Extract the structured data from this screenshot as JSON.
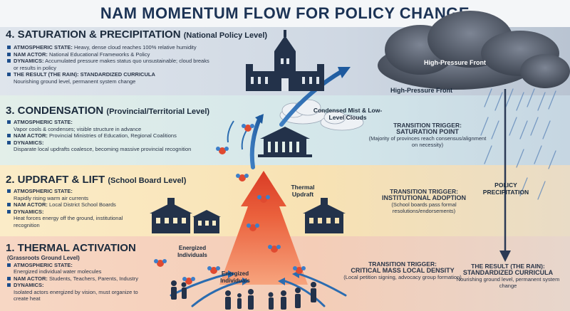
{
  "title": "NAM MOMENTUM FLOW FOR POLICY CHANGE",
  "levels": [
    {
      "heading": "4. SATURATION & PRECIPITATION",
      "subheading": "(National Policy Level)",
      "items": [
        {
          "key": "ATMOSPHERIC STATE:",
          "value": "Heavy, dense cloud reaches 100% relative humidity"
        },
        {
          "key": "NAM ACTOR:",
          "value": "National Educational Frameworks & Policy"
        },
        {
          "key": "DYNAMICS:",
          "value": "Accumulated pressure makes status quo unsustainable; cloud breaks or results in policy"
        },
        {
          "key": "THE RESULT (THE RAIN): STANDARDIZED CURRICULA",
          "value": "Nourishing ground level, permanent system change"
        }
      ]
    },
    {
      "heading": "3. CONDENSATION",
      "subheading": "(Provincial/Territorial Level)",
      "items": [
        {
          "key": "ATMOSPHERIC STATE:",
          "value": "Vapor cools & condenses; visible structure in advance"
        },
        {
          "key": "NAM ACTOR:",
          "value": "Provincial Ministries of Education, Regional Coalitions"
        },
        {
          "key": "DYNAMICS:",
          "value": "Disparate local updrafts coalesce, becoming massive provincial recognition"
        }
      ]
    },
    {
      "heading": "2. UPDRAFT & LIFT",
      "subheading": "(School Board Level)",
      "items": [
        {
          "key": "ATMOSPHERIC STATE:",
          "value": "Rapidly rising warm air currents"
        },
        {
          "key": "NAM ACTOR:",
          "value": "Local District School Boards"
        },
        {
          "key": "DYNAMICS:",
          "value": "Heat forces energy off the ground, institutional recognition"
        }
      ]
    },
    {
      "heading": "1. THERMAL ACTIVATION",
      "subheading": "(Grassroots Ground Level)",
      "items": [
        {
          "key": "ATMOSPHERIC STATE:",
          "value": "Energized individual water molecules"
        },
        {
          "key": "NAM ACTOR:",
          "value": "Students, Teachers, Parents, Industry"
        },
        {
          "key": "DYNAMICS:",
          "value": "Isolated actors energized by vision, must organize to create heat"
        }
      ]
    }
  ],
  "labels": {
    "high_pressure_front_1": "High-Pressure Front",
    "high_pressure_front_2": "High-Pressure Front",
    "condensed_mist": "Condensed Mist & Low-Level Clouds",
    "thermal_updraft": "Thermal Updraft",
    "energized_1": "Energized Individuals",
    "energized_2": "Energized Individuals",
    "policy_precipitation": "POLICY PRECIPITATION"
  },
  "triggers": [
    {
      "label": "TRANSITION TRIGGER:",
      "name": "SATURATION POINT",
      "desc": "(Majority of provinces reach consensus/alignment on necessity)"
    },
    {
      "label": "TRANSITION TRIGGER:",
      "name": "INSTITUTIONAL ADOPTION",
      "desc": "(School boards pass formal resolutions/endorsements)"
    },
    {
      "label": "TRANSITION TRIGGER:",
      "name": "CRITICAL MASS LOCAL DENSITY",
      "desc": "(Local petition signing, advocacy group formation)"
    }
  ],
  "result": {
    "label": "THE RESULT (THE RAIN):",
    "name": "STANDARDIZED CURRICULA",
    "desc": "Nourishing ground level, permanent system change"
  },
  "colors": {
    "title": "#1c3355",
    "arrow_red": "#e8452c",
    "arrow_blue": "#2b6cb0",
    "cloud_dark": "#3e4654",
    "rain_blue": "#5a85b8"
  }
}
